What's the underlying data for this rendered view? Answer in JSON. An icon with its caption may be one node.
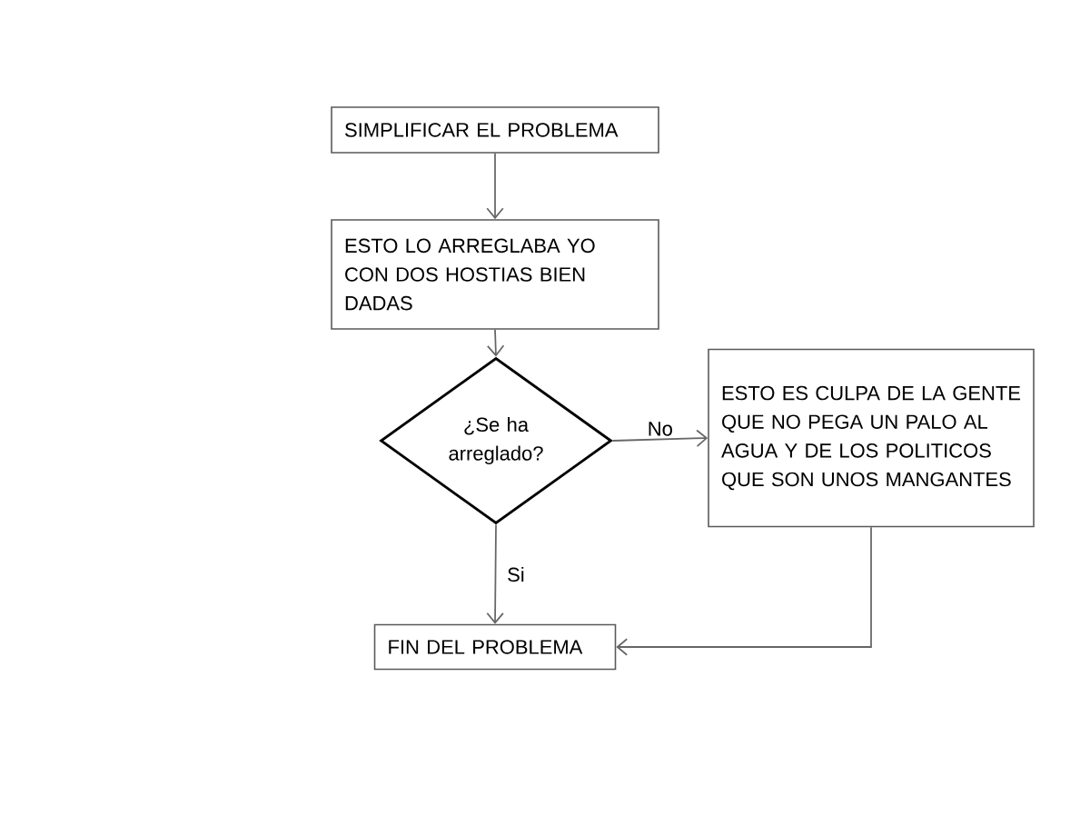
{
  "diagram": {
    "nodes": [
      {
        "text": [
          "SIMPLIFICAR EL PROBLEMA"
        ]
      },
      {
        "text": [
          "ESTO LO ARREGLABA YO CON DOS HOSTIAS BIEN DADAS"
        ]
      },
      {
        "text": [
          "¿Se ha arreglado?"
        ]
      },
      {
        "text": [
          "ESTO ES CULPA DE LA GENTE QUE NO PEGA UN PALO AL AGUA Y DE LOS POLITICOS QUE SON UNOS MANGANTES"
        ]
      },
      {
        "text": [
          "FIN DEL PROBLEMA"
        ]
      }
    ],
    "edges": [
      {
        "from": 0,
        "to": 1,
        "arrow": "to"
      },
      {
        "from": 1,
        "to": 2,
        "arrow": "to"
      },
      {
        "from": 2,
        "to": 3,
        "arrow": "to",
        "label": "No"
      },
      {
        "from": 2,
        "to": 4,
        "arrow": "to",
        "label": "Si"
      },
      {
        "from": 3,
        "to": 4,
        "arrow": "to"
      }
    ]
  }
}
